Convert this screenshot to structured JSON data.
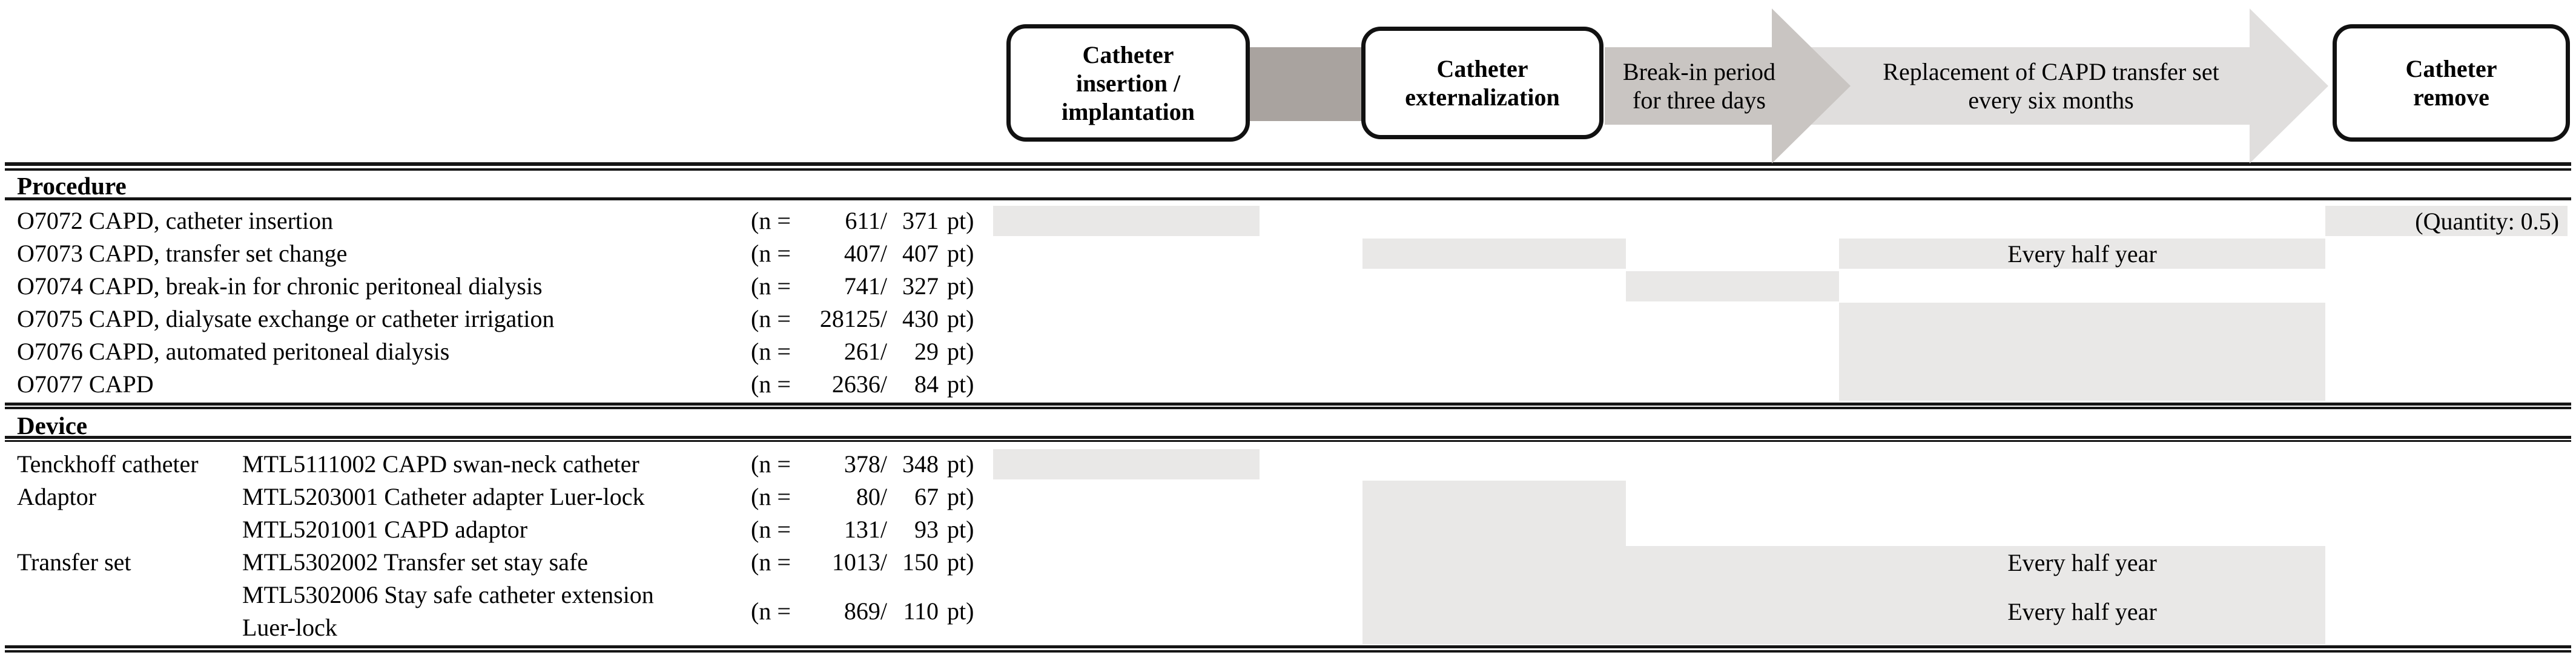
{
  "colors": {
    "connector": "#a9a39f",
    "arrow-breakin": "#c9c5c2",
    "arrow-replace": "#e0dedd",
    "highlight": "#e9e8e7",
    "ink": "#111111"
  },
  "diagram": {
    "box_insertion": "Catheter\ninsertion /\nimplantation",
    "box_externalization": "Catheter\nexternalization",
    "box_remove": "Catheter\nremove",
    "arrow_breakin_label": "Break-in period\nfor three days",
    "arrow_replace_label": "Replacement of CAPD transfer set\nevery six months"
  },
  "n_format": {
    "prefix": "(n =",
    "suffix": "pt)"
  },
  "annotations": {
    "quantity": "(Quantity: 0.5)",
    "every_half_year": "Every half year"
  },
  "procedure": {
    "header": "Procedure",
    "rows": [
      {
        "label": "O7072 CAPD, catheter insertion",
        "n1": "611/",
        "n2": "371"
      },
      {
        "label": "O7073 CAPD, transfer set change",
        "n1": "407/",
        "n2": "407"
      },
      {
        "label": "O7074 CAPD, break-in for chronic peritoneal dialysis",
        "n1": "741/",
        "n2": "327"
      },
      {
        "label": "O7075 CAPD, dialysate exchange or catheter irrigation",
        "n1": "28125/",
        "n2": "430"
      },
      {
        "label": "O7076 CAPD, automated peritoneal dialysis",
        "n1": "261/",
        "n2": "29"
      },
      {
        "label": "O7077 CAPD",
        "n1": "2636/",
        "n2": "84"
      }
    ]
  },
  "device": {
    "header": "Device",
    "rows": [
      {
        "category": "Tenckhoff catheter",
        "name": "MTL5111002 CAPD swan-neck catheter",
        "n1": "378/",
        "n2": "348"
      },
      {
        "category": "Adaptor",
        "name": "MTL5203001 Catheter adapter Luer-lock",
        "n1": "80/",
        "n2": "67"
      },
      {
        "category": "",
        "name": "MTL5201001 CAPD adaptor",
        "n1": "131/",
        "n2": "93"
      },
      {
        "category": "Transfer set",
        "name": "MTL5302002 Transfer set stay safe",
        "n1": "1013/",
        "n2": "150"
      },
      {
        "category": "",
        "name": "MTL5302006 Stay safe catheter extension\nLuer-lock",
        "n1": "869/",
        "n2": "110"
      }
    ]
  }
}
